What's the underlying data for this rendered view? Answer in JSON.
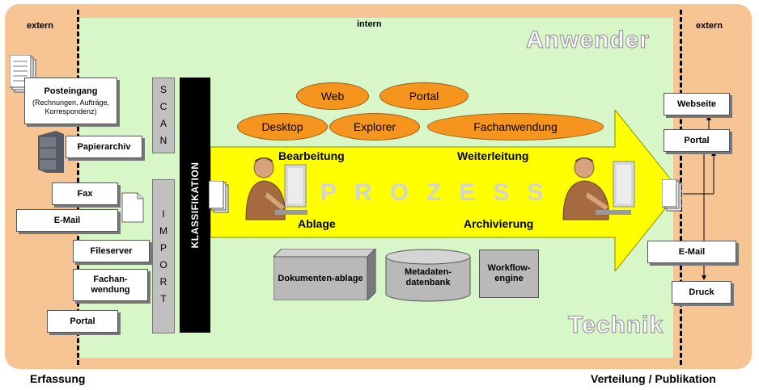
{
  "zones": {
    "extern_left": "extern",
    "intern": "intern",
    "extern_right": "extern"
  },
  "watermarks": {
    "top": "Anwender",
    "bottom": "Technik"
  },
  "footer": {
    "left": "Erfassung",
    "right": "Verteilung / Publikation"
  },
  "inputs": {
    "posteingang_title": "Posteingang",
    "posteingang_detail": "(Rechnungen, Aufträge, Korrespondenz)",
    "papierarchiv": "Papierarchiv",
    "fax": "Fax",
    "email": "E-Mail",
    "fileserver": "Fileserver",
    "fachanwendung": "Fachan-wendung",
    "portal": "Portal"
  },
  "bars": {
    "scan": [
      "S",
      "C",
      "A",
      "N"
    ],
    "import": [
      "I",
      "M",
      "P",
      "O",
      "R",
      "T"
    ],
    "klassifikation": "KLASSIFIKATION"
  },
  "apps": [
    "Web",
    "Portal",
    "Desktop",
    "Explorer",
    "Fachanwendung"
  ],
  "process": {
    "word": "PROZESS",
    "bearbeitung": "Bearbeitung",
    "weiterleitung": "Weiterleitung",
    "ablage": "Ablage",
    "archivierung": "Archivierung"
  },
  "technik": {
    "dokumentenablage": "Dokumenten-ablage",
    "metadatenbank": "Metadaten-datenbank",
    "workflow": "Workflow-engine"
  },
  "outputs": {
    "webseite": "Webseite",
    "portal": "Portal",
    "email": "E-Mail",
    "druck": "Druck"
  },
  "colors": {
    "outer": "#f7c493",
    "inner": "#d7f7c8",
    "arrow": "#ffff00",
    "ellipse": "#f5951d",
    "klassifikation": "#000000"
  }
}
